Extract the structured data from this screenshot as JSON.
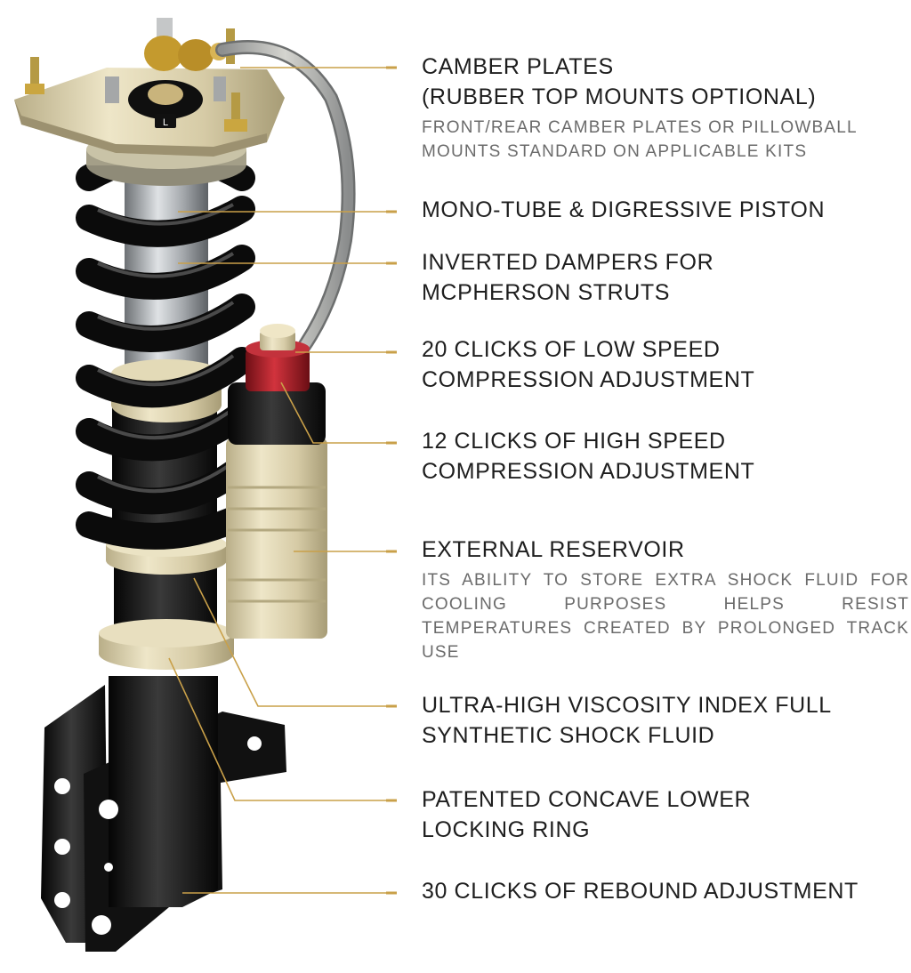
{
  "colors": {
    "leader": "#c9a049",
    "gold_part": "#d9cfad",
    "gold_shadow": "#a99e78",
    "black_part": "#141414",
    "spring": "#0d0d0d",
    "red_cap": "#b3202a",
    "silver": "#9ea2a6",
    "title_text": "#1e1e1e",
    "desc_text": "#6b6b6b"
  },
  "annotations": [
    {
      "id": "camber-plates",
      "title": "CAMBER PLATES\n(RUBBER TOP MOUNTS OPTIONAL)",
      "description": "FRONT/REAR CAMBER PLATES OR PILLOWBALL\nMOUNTS STANDARD ON APPLICABLE KITS"
    },
    {
      "id": "mono-tube",
      "title": "MONO-TUBE & DIGRESSIVE PISTON",
      "description": ""
    },
    {
      "id": "inverted-dampers",
      "title": "INVERTED DAMPERS FOR\nMCPHERSON STRUTS",
      "description": ""
    },
    {
      "id": "low-speed",
      "title": "20 CLICKS OF LOW SPEED\nCOMPRESSION ADJUSTMENT",
      "description": ""
    },
    {
      "id": "high-speed",
      "title": "12 CLICKS OF HIGH SPEED\nCOMPRESSION ADJUSTMENT",
      "description": ""
    },
    {
      "id": "external-reservoir",
      "title": "EXTERNAL RESERVOIR",
      "description": "ITS ABILITY TO STORE EXTRA SHOCK FLUID FOR COOLING PURPOSES HELPS RESIST TEMPERATURES CREATED BY PROLONGED TRACK USE"
    },
    {
      "id": "shock-fluid",
      "title": "ULTRA-HIGH VISCOSITY INDEX FULL\nSYNTHETIC SHOCK FLUID",
      "description": ""
    },
    {
      "id": "locking-ring",
      "title": "PATENTED CONCAVE LOWER\nLOCKING RING",
      "description": ""
    },
    {
      "id": "rebound",
      "title": "30 CLICKS OF REBOUND ADJUSTMENT",
      "description": ""
    }
  ],
  "part_marks": {
    "camber_plate_letter": "L"
  }
}
